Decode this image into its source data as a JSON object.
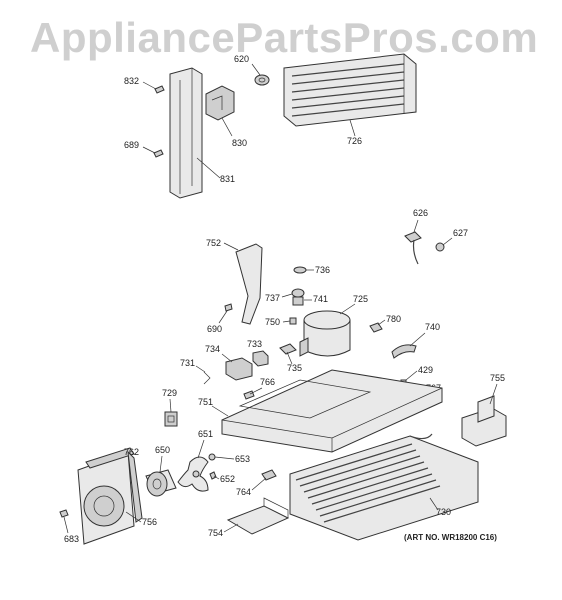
{
  "watermark": "AppliancePartsPros.com",
  "art_number": "(ART NO. WR18200 C16)",
  "parts": {
    "p832": "832",
    "p620": "620",
    "p726": "726",
    "p830": "830",
    "p689": "689",
    "p831": "831",
    "p626": "626",
    "p627": "627",
    "p752": "752",
    "p736": "736",
    "p737": "737",
    "p741": "741",
    "p725": "725",
    "p690": "690",
    "p750": "750",
    "p780": "780",
    "p740": "740",
    "p734": "734",
    "p733": "733",
    "p731": "731",
    "p735": "735",
    "p429": "429",
    "p767": "767",
    "p755": "755",
    "p729": "729",
    "p766": "766",
    "p751": "751",
    "p651": "651",
    "p650": "650",
    "p762": "762",
    "p653": "653",
    "p652": "652",
    "p764": "764",
    "p730": "730",
    "p756": "756",
    "p754": "754",
    "p683": "683"
  }
}
